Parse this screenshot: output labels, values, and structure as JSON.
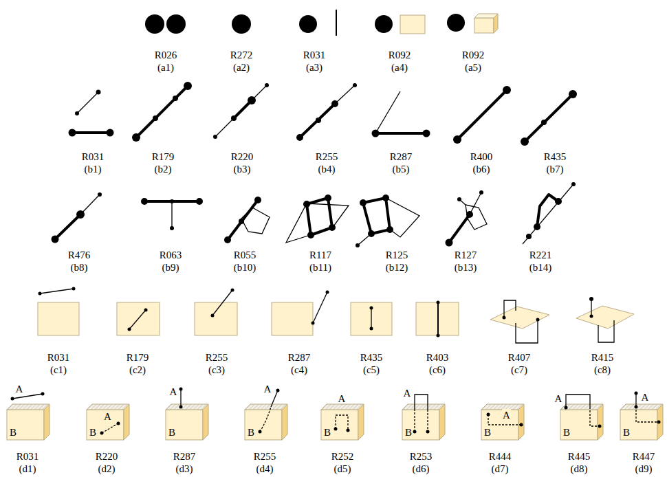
{
  "diagram": {
    "nodes": [
      {
        "text": [
          "B"
        ]
      },
      {
        "text": [
          "A",
          "B"
        ]
      },
      {
        "text": [
          "B"
        ]
      },
      {
        "text": [
          "B"
        ]
      },
      {
        "text": [
          "B"
        ]
      },
      {
        "text": [
          "B"
        ]
      },
      {
        "text": [
          "A",
          "B"
        ]
      },
      {
        "text": [
          "B"
        ]
      },
      {
        "text": [
          "B"
        ]
      }
    ],
    "labels": [
      "R026",
      "(a1)",
      "R272",
      "(a2)",
      "R031",
      "(a3)",
      "R092",
      "(a4)",
      "R092",
      "(a5)",
      "R031",
      "(b1)",
      "R179",
      "(b2)",
      "R220",
      "(b3)",
      "R255",
      "(b4)",
      "R287",
      "(b5)",
      "R400",
      "(b6)",
      "R435",
      "(b7)",
      "R476",
      "(b8)",
      "R063",
      "(b9)",
      "R055",
      "(b10)",
      "R117",
      "(b11)",
      "R125",
      "(b12)",
      "R127",
      "(b13)",
      "R221",
      "(b14)",
      "R031",
      "(c1)",
      "R179",
      "(c2)",
      "R255",
      "(c3)",
      "R287",
      "(c4)",
      "R435",
      "(c5)",
      "R403",
      "(c6)",
      "R407",
      "(c7)",
      "R415",
      "(c8)",
      "A",
      "R031",
      "(d1)",
      "R220",
      "(d2)",
      "A",
      "R287",
      "(d3)",
      "A",
      "R255",
      "(d4)",
      "A",
      "R252",
      "(d5)",
      "A",
      "R253",
      "(d6)",
      "R444",
      "(d7)",
      "A",
      "R445",
      "(d8)",
      "A",
      "R447",
      "(d9)"
    ]
  }
}
